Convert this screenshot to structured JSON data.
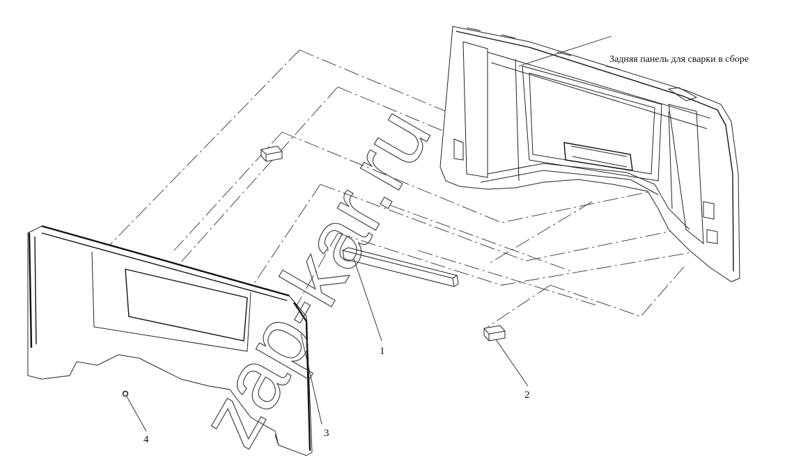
{
  "callouts": {
    "c1": "1",
    "c2": "2",
    "c3": "3",
    "c4": "4",
    "assembly": "Задняя панель для сварки в сборе"
  },
  "watermark": "zap-kar.ru"
}
